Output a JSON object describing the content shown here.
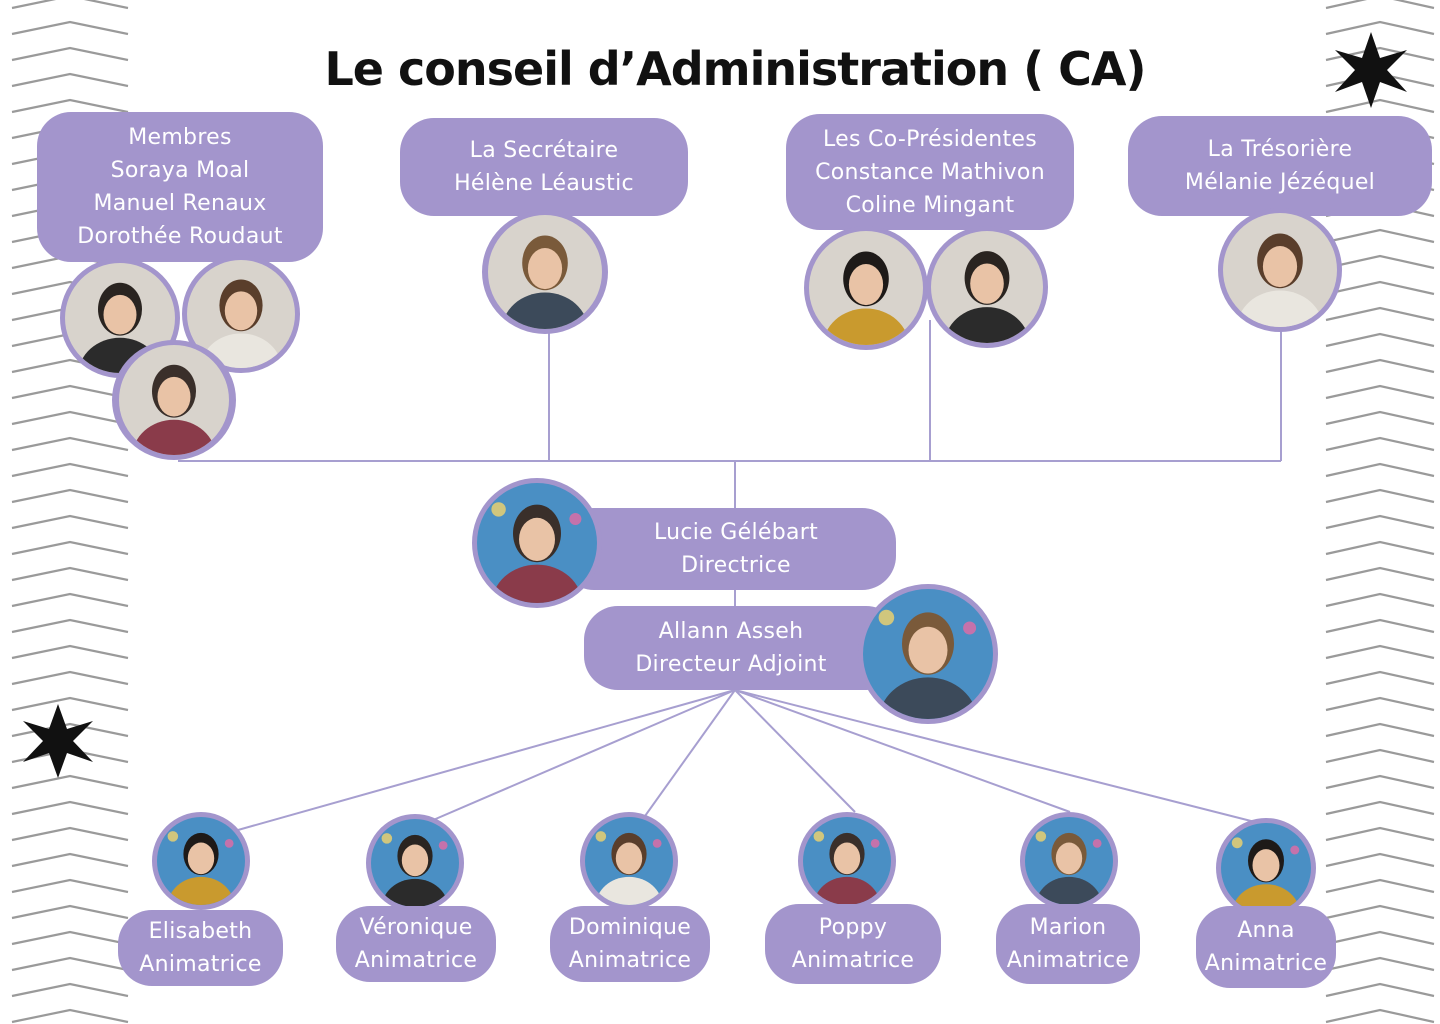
{
  "title": "Le conseil d’Administration ( CA)",
  "colors": {
    "purple": "#a395cc",
    "line": "#a79fd0",
    "photo_bg": "#4a8fc4",
    "text": "#111111"
  },
  "board": {
    "membres": {
      "label": "Membres",
      "names": [
        "Soraya Moal",
        "Manuel Renaux",
        "Dorothée Roudaut"
      ]
    },
    "secretaire": {
      "label": "La Secrétaire",
      "names": [
        "Hélène Léaustic"
      ]
    },
    "copresidentes": {
      "label": "Les Co-Présidentes",
      "names": [
        "Constance Mathivon",
        "Coline Mingant"
      ]
    },
    "tresoriere": {
      "label": "La Trésorière",
      "names": [
        "Mélanie Jézéquel"
      ]
    }
  },
  "direction": {
    "directrice": {
      "name": "Lucie Gélébart",
      "role": "Directrice"
    },
    "adjoint": {
      "name": "Allann Asseh",
      "role": "Directeur Adjoint"
    }
  },
  "animateurs": [
    {
      "name": "Elisabeth",
      "role": "Animatrice"
    },
    {
      "name": "Véronique",
      "role": "Animatrice"
    },
    {
      "name": "Dominique",
      "role": "Animatrice"
    },
    {
      "name": "Poppy",
      "role": "Animatrice"
    },
    {
      "name": "Marion",
      "role": "Animatrice"
    },
    {
      "name": "Anna",
      "role": "Animatrice"
    }
  ]
}
